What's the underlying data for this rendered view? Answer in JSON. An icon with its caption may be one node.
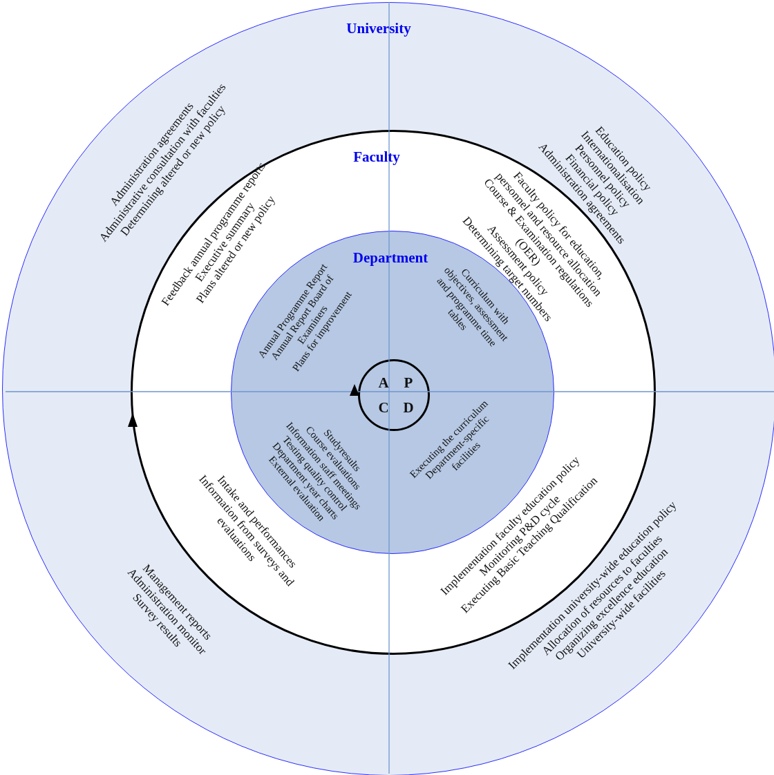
{
  "diagram": {
    "nodes": [
      {
        "text": [
          "University"
        ]
      },
      {
        "text": [
          "Faculty"
        ],
        "in": 0
      },
      {
        "text": [
          "Department"
        ],
        "in": 1
      },
      {
        "text": [
          "A",
          "P",
          "C",
          "D"
        ],
        "in": 2
      }
    ],
    "labels": [
      "Administration agreements",
      "Administrative consultation with faculties",
      "Determining altered or new policy",
      "Education policy",
      "Internationalisation",
      "Personnel policy",
      "Financial policy",
      "Administration agreements",
      "Management reports",
      "Administration monitor",
      "Survey results",
      "Implementation university-wide education policy",
      "Allocation of resources to faculties",
      "Organizing excellence education",
      "University-wide facilities",
      "Feedback annual programme reports",
      "Executive summary",
      "Plans altered or new policy",
      "Faculty policy for education,",
      "personnel and resource allocation",
      "Course & Examination regulations (OER)",
      "Assessment policy",
      "Determining target numbers",
      "Intake and performances",
      "Information from surveys and evaluations",
      "Implementation faculty education policy",
      "Monitoring P&D cycle",
      "Executing Basic Teaching Qualification",
      "Annual Programme Report",
      "Annual Report Board of Examiners",
      "Plans for improvement",
      "Curriculum with objectives, assessment and programme time tables",
      "Studyresults",
      "Course evaluations",
      "Information staff meetings",
      "Testing quality control",
      "Department year charts",
      "External evaluation",
      "Executing the curriculum",
      "Department-specific facilities"
    ]
  }
}
